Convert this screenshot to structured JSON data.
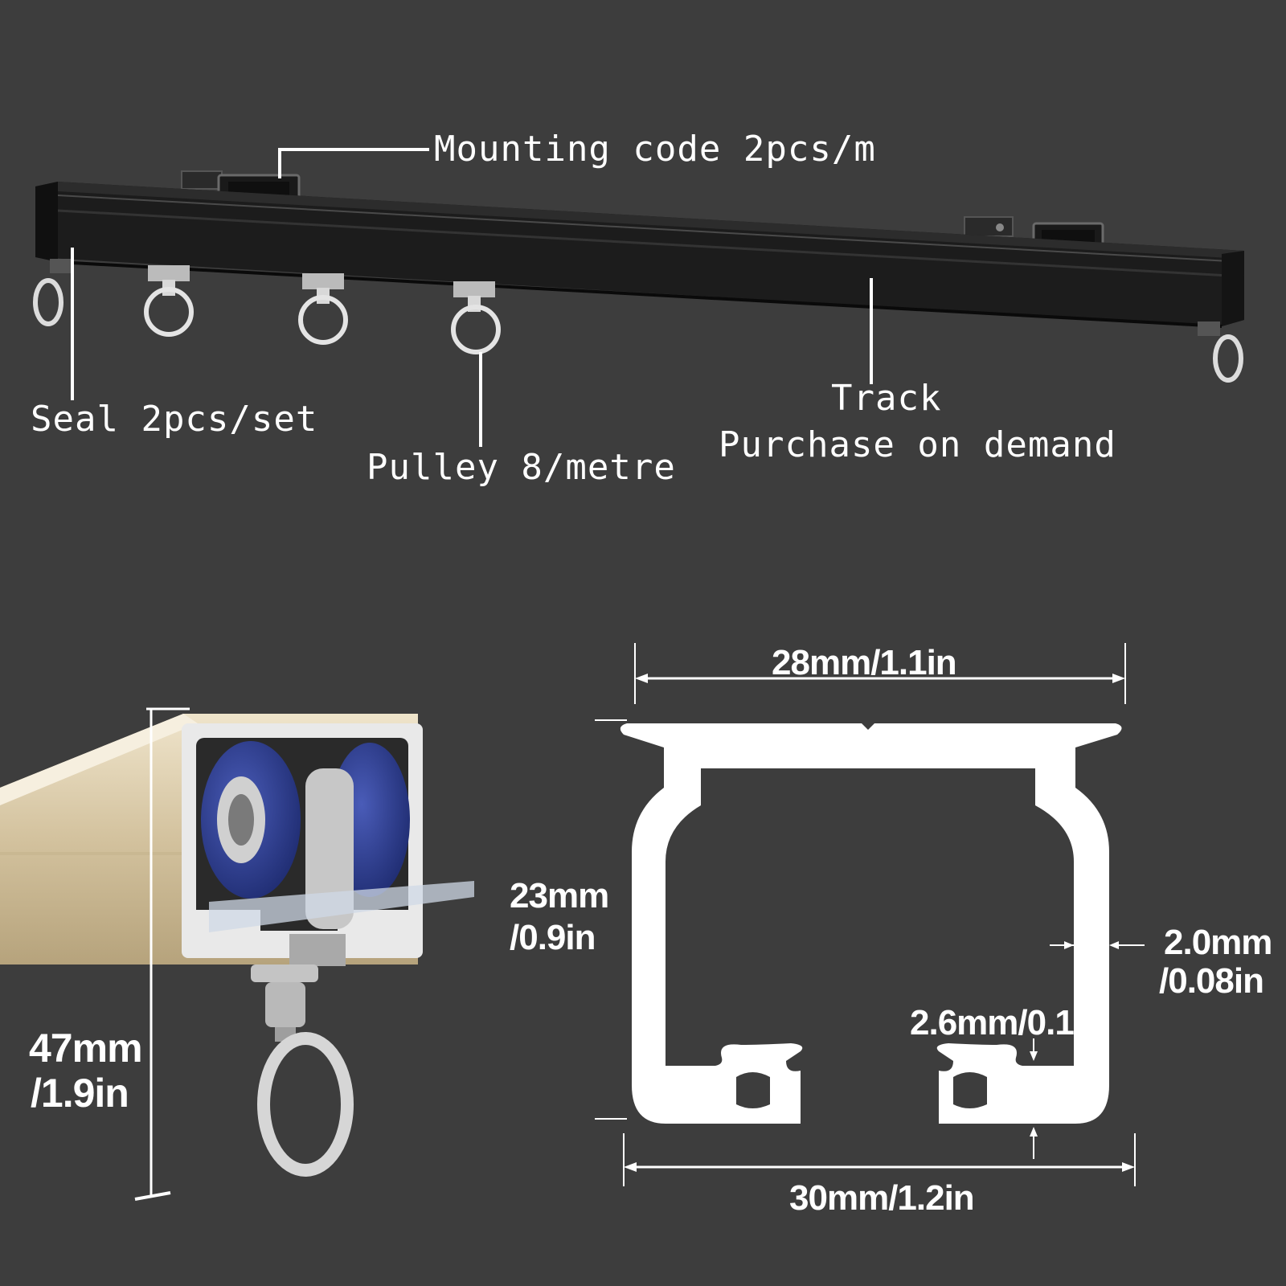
{
  "colors": {
    "background": "#3d3d3d",
    "track": "#1c1c1c",
    "profile": "#ffffff",
    "wheel": "#2b3a86",
    "rail_gold": "#d8c9a8",
    "steel": "#c9c9c9"
  },
  "top": {
    "labels": {
      "mounting_code": "Mounting code 2pcs/m",
      "seal": "Seal 2pcs/set",
      "pulley": "Pulley 8/metre",
      "track_title": "Track",
      "track_subtitle": "Purchase on demand"
    }
  },
  "bottom": {
    "height_label_line1": "47mm",
    "height_label_line2": "/1.9in",
    "profile": {
      "top_width": "28mm/1.1in",
      "height_line1": "23mm",
      "height_line2": "/0.9in",
      "wall_line1": "2.0mm",
      "wall_line2": "/0.08in",
      "slot_gap": "2.6mm/0.1in",
      "bottom_width": "30mm/1.2in"
    }
  }
}
